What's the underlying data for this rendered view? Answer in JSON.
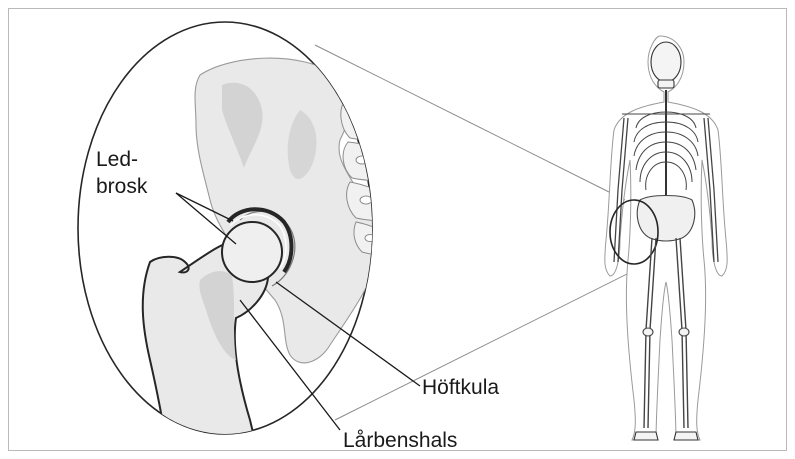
{
  "labels": {
    "cartilage_line1": "Led-",
    "cartilage_line2": "brosk",
    "femoral_head": "Höftkula",
    "femoral_neck": "Lårbenshals"
  },
  "colors": {
    "bone_fill": "#e9e9e9",
    "bone_shade": "#d3d3d3",
    "outline": "#262626",
    "leader_line": "#8a8a8a",
    "frame_border": "#b9b9b9"
  }
}
